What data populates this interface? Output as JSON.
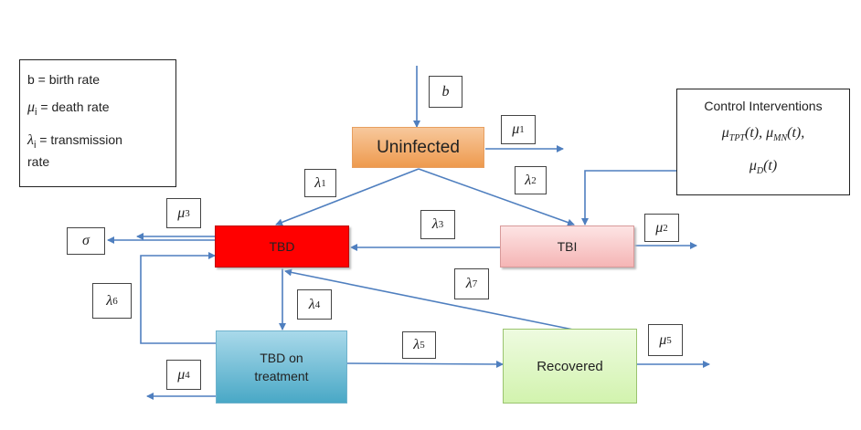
{
  "compartments": {
    "uninfected": "Uninfected",
    "tbd": "TBD",
    "tbi": "TBI",
    "tbd_treatment_line1": "TBD on",
    "tbd_treatment_line2": "treatment",
    "recovered": "Recovered"
  },
  "legend": {
    "birth": "b = birth rate",
    "death_sym": "μ",
    "death_sub": "i",
    "death_text": "= death rate",
    "trans_sym": "λ",
    "trans_sub": "i",
    "trans_text_1": "= transmission",
    "trans_text_2": "rate"
  },
  "control": {
    "title": "Control Interventions",
    "line1": "μ",
    "line1_sub": "TPT",
    "line1_rest": "(t), μ",
    "line1_sub2": "MN",
    "line1_rest2": "(t),",
    "line2": "μ",
    "line2_sub": "D",
    "line2_rest": "(t)"
  },
  "rate_labels": {
    "b": {
      "sym": "b",
      "sub": ""
    },
    "mu1": {
      "sym": "μ",
      "sub": "1"
    },
    "lambda1": {
      "sym": "λ",
      "sub": "1"
    },
    "lambda2": {
      "sym": "λ",
      "sub": "2"
    },
    "mu3": {
      "sym": "μ",
      "sub": "3"
    },
    "sigma": {
      "sym": "σ",
      "sub": ""
    },
    "lambda3": {
      "sym": "λ",
      "sub": "3"
    },
    "mu2": {
      "sym": "μ",
      "sub": "2"
    },
    "lambda6": {
      "sym": "λ",
      "sub": "6"
    },
    "lambda7": {
      "sym": "λ",
      "sub": "7"
    },
    "lambda4": {
      "sym": "λ",
      "sub": "4"
    },
    "lambda5": {
      "sym": "λ",
      "sub": "5"
    },
    "mu5": {
      "sym": "μ",
      "sub": "5"
    },
    "mu4": {
      "sym": "μ",
      "sub": "4"
    }
  },
  "colors": {
    "arrow": "#4f7fbf",
    "tbd_fill": "#ff0000",
    "uninfected_fill": "#f0a05a",
    "tbi_fill": "#f8c6c6",
    "treatment_fill": "#5db3d0",
    "recovered_fill": "#dbf5bd"
  }
}
